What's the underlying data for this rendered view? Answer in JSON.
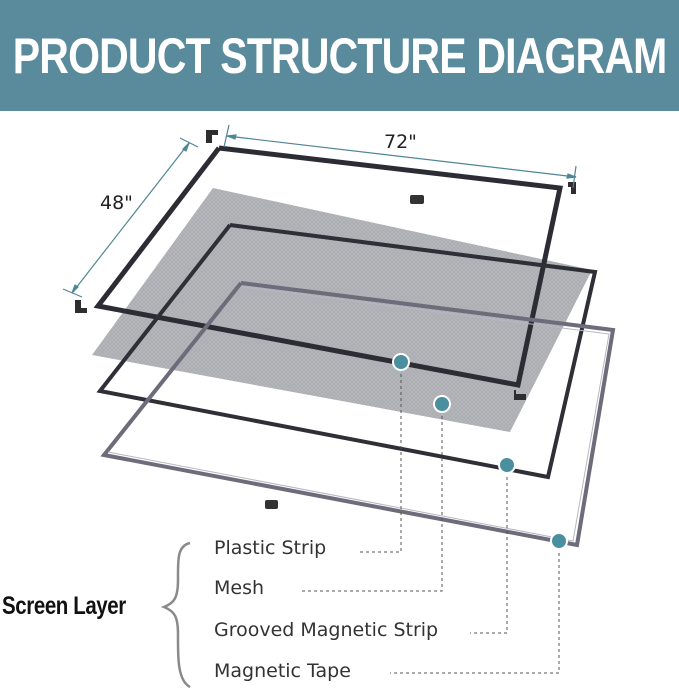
{
  "header": {
    "title": "PRODUCT STRUCTURE DIAGRAM",
    "background_color": "#5a8b9c"
  },
  "dimensions": {
    "width_label": "72\"",
    "height_label": "48\""
  },
  "legend": {
    "group_title": "Screen Layer",
    "items": [
      {
        "label": "Plastic Strip",
        "marker_color": "#4a8fa0"
      },
      {
        "label": "Mesh",
        "marker_color": "#4a8fa0"
      },
      {
        "label": "Grooved Magnetic Strip",
        "marker_color": "#4a8fa0"
      },
      {
        "label": "Magnetic Tape",
        "marker_color": "#4a8fa0"
      }
    ]
  },
  "colors": {
    "accent": "#4a8fa0",
    "frame_dark": "#2c2c34",
    "mesh_gray": "#a9abb0",
    "tape_gray": "#6d6c7a",
    "dimension_line": "#4f8696"
  }
}
